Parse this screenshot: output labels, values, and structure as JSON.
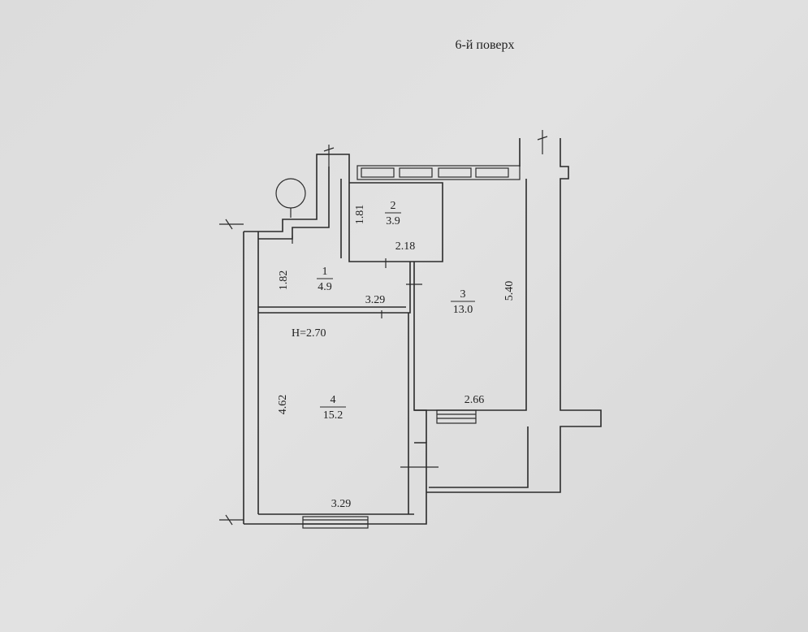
{
  "floor_title": "6-й поверх",
  "ceiling_height": "H=2.70",
  "rooms": [
    {
      "number": "1",
      "area": "4.9"
    },
    {
      "number": "2",
      "area": "3.9"
    },
    {
      "number": "3",
      "area": "13.0"
    },
    {
      "number": "4",
      "area": "15.2"
    }
  ],
  "dimensions": {
    "room1_height": "1.82",
    "room1_width": "3.29",
    "room2_height": "1.81",
    "room2_width": "2.18",
    "room3_height": "5.40",
    "room3_width": "2.66",
    "room4_height": "4.62",
    "room4_width": "3.29"
  },
  "colors": {
    "paper": "#dedede",
    "ink": "#2b2b2b"
  }
}
